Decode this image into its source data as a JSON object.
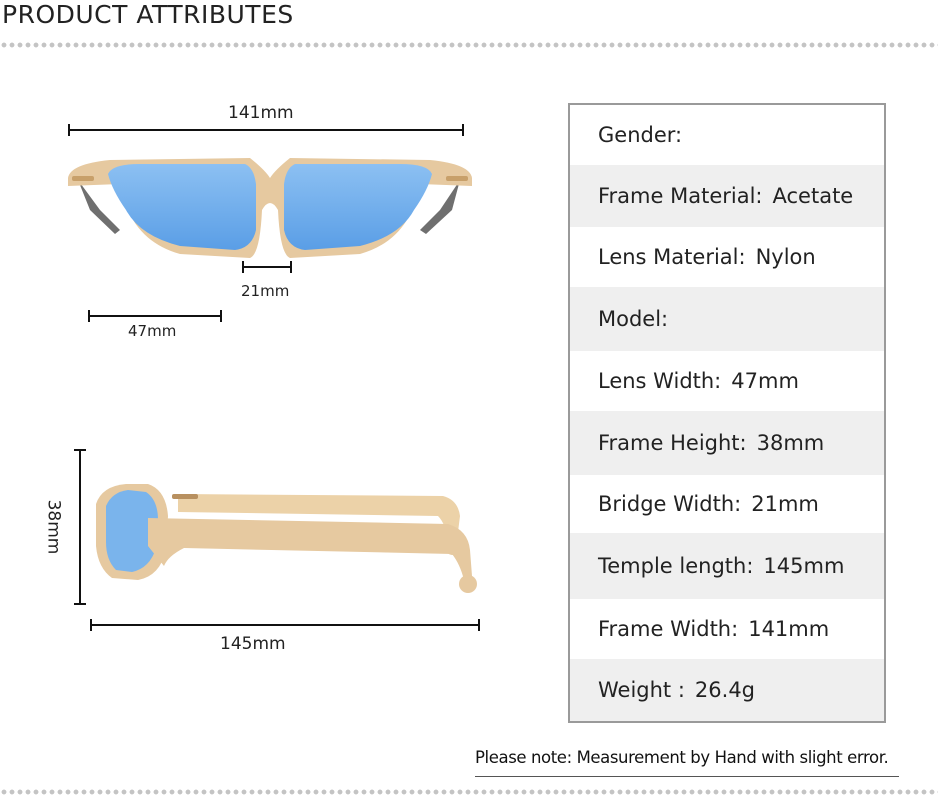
{
  "header": {
    "title": "PRODUCT ATTRIBUTES"
  },
  "dimensions": {
    "total_width": "141mm",
    "bridge": "21mm",
    "lens": "47mm",
    "height": "38mm",
    "temple": "145mm"
  },
  "specs": [
    {
      "label": "Gender:",
      "value": ""
    },
    {
      "label": "Frame Material:",
      "value": "Acetate"
    },
    {
      "label": "Lens Material:",
      "value": "Nylon"
    },
    {
      "label": "Model:",
      "value": ""
    },
    {
      "label": "Lens Width:",
      "value": "47mm"
    },
    {
      "label": "Frame Height:",
      "value": "38mm"
    },
    {
      "label": "Bridge Width:",
      "value": "21mm"
    },
    {
      "label": "Temple length:",
      "value": "145mm"
    },
    {
      "label": "Frame Width:",
      "value": "141mm"
    },
    {
      "label": "Weight :",
      "value": "26.4g"
    }
  ],
  "note": "Please note: Measurement by Hand with slight error.",
  "colors": {
    "frame": "#e6c9a0",
    "lens": "#7ab4ec",
    "rule": "#111111",
    "row_alt": "#efefef"
  }
}
